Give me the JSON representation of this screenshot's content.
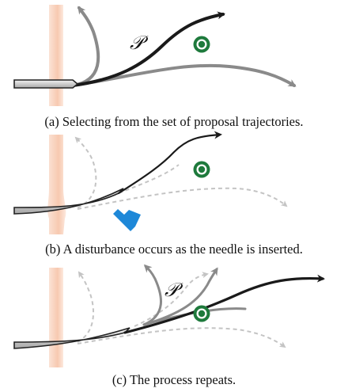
{
  "panels": [
    {
      "id": "a",
      "caption": "(a) Selecting from the set of proposal trajectories.",
      "set_label": "𝒫"
    },
    {
      "id": "b",
      "caption": "(b) A disturbance occurs as the needle is inserted."
    },
    {
      "id": "c",
      "caption": "(c) The process repeats.",
      "set_label": "𝒫"
    }
  ],
  "colors": {
    "tissue": "#f6cdb8",
    "tissue_edge": "#fde8dc",
    "needle_fill": "#d9d9d9",
    "needle_stroke": "#222222",
    "selected_path": "#1a1a1a",
    "proposal_path": "#8a8a8a",
    "ghost_path": "#bdbdbd",
    "target_ring": "#1e7a3c",
    "target_fill": "#ffffff",
    "disturbance_arrow": "#1e88d8"
  },
  "icons": {
    "target": "target-icon",
    "disturbance": "disturbance-arrow-icon"
  }
}
